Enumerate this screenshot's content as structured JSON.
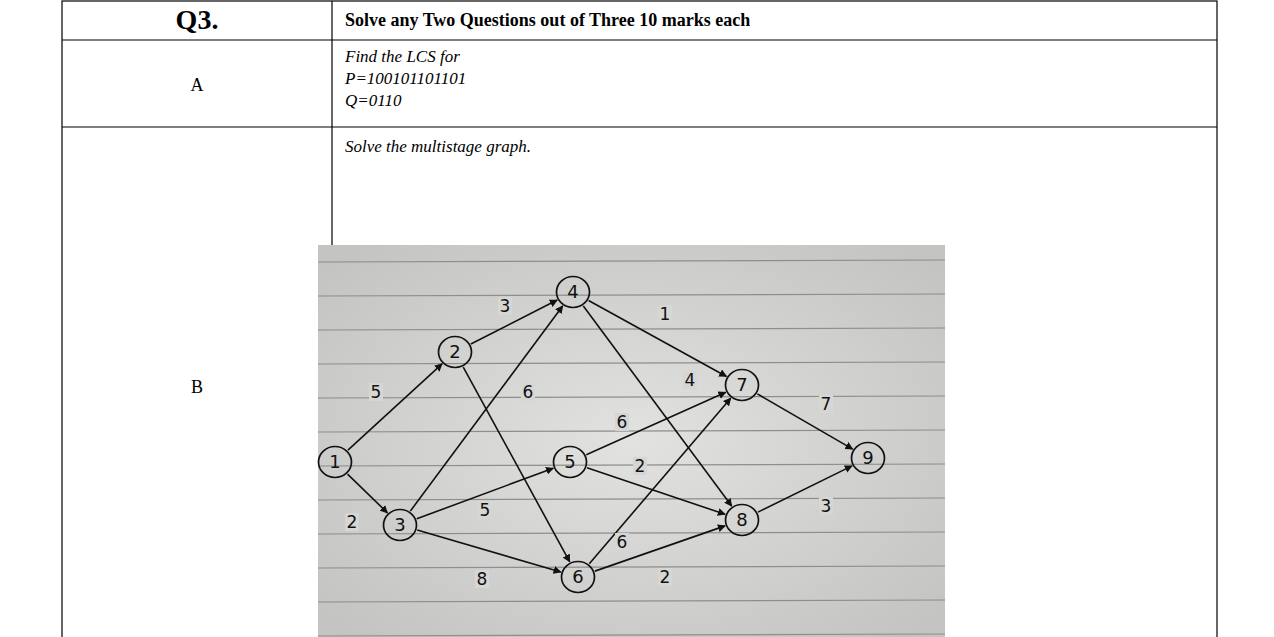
{
  "diagram": {
    "nodes": [
      {
        "text": [
          "1"
        ]
      },
      {
        "text": [
          "2"
        ]
      },
      {
        "text": [
          "3"
        ]
      },
      {
        "text": [
          "4"
        ]
      },
      {
        "text": [
          "5"
        ]
      },
      {
        "text": [
          "6"
        ]
      },
      {
        "text": [
          "7"
        ]
      },
      {
        "text": [
          "8"
        ]
      },
      {
        "text": [
          "9"
        ]
      }
    ],
    "edges": [
      {
        "from": 0,
        "to": 1,
        "arrow": "to",
        "label": "5"
      },
      {
        "from": 0,
        "to": 2,
        "arrow": "to",
        "label": "2"
      },
      {
        "from": 1,
        "to": 3,
        "arrow": "to",
        "label": "3"
      },
      {
        "from": 1,
        "to": 5,
        "arrow": "to"
      },
      {
        "from": 2,
        "to": 3,
        "arrow": "to",
        "label": "6"
      },
      {
        "from": 2,
        "to": 4,
        "arrow": "to",
        "label": "5"
      },
      {
        "from": 2,
        "to": 5,
        "arrow": "to",
        "label": "8"
      },
      {
        "from": 3,
        "to": 6,
        "arrow": "to",
        "label": "1"
      },
      {
        "from": 3,
        "to": 7,
        "arrow": "to",
        "label": "4"
      },
      {
        "from": 4,
        "to": 6,
        "arrow": "to",
        "label": "6"
      },
      {
        "from": 4,
        "to": 7,
        "arrow": "to",
        "label": "2"
      },
      {
        "from": 5,
        "to": 6,
        "arrow": "to",
        "label": "6"
      },
      {
        "from": 5,
        "to": 7,
        "arrow": "to",
        "label": "2"
      },
      {
        "from": 6,
        "to": 8,
        "arrow": "to",
        "label": "7"
      },
      {
        "from": 7,
        "to": 8,
        "arrow": "to",
        "label": "3"
      }
    ],
    "labels": [
      "Q3.",
      "Solve any Two Questions out of Three 10 marks each",
      "A",
      "Find the LCS for",
      "P=100101101101",
      "Q=0110",
      "B",
      "Solve the multistage graph."
    ]
  }
}
